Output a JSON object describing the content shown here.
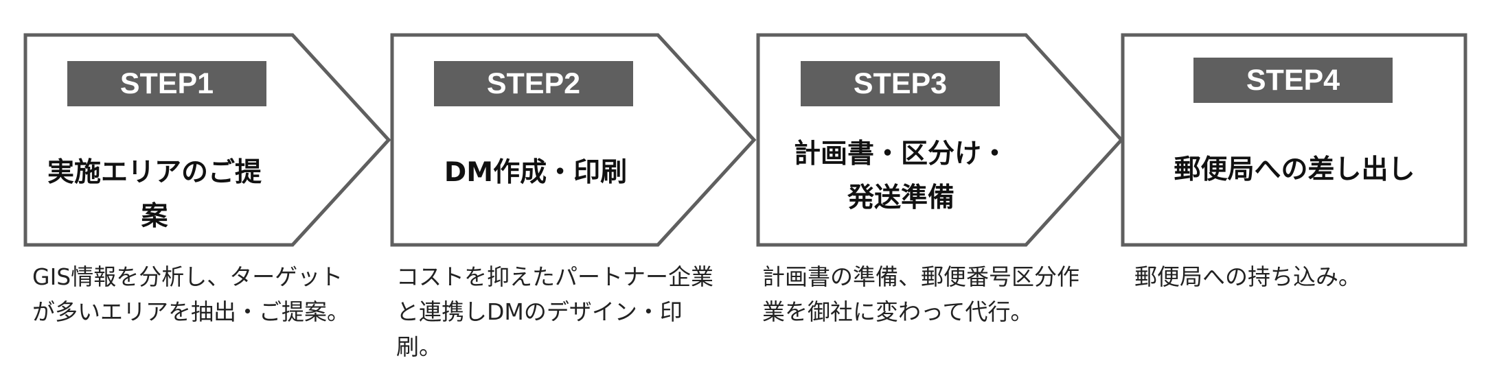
{
  "colors": {
    "badge_background": "#5f5f5f",
    "shape_border": "#5f5f5f",
    "badge_text": "#ffffff",
    "title_text": "#111111",
    "description_text": "#222222"
  },
  "steps": [
    {
      "badge": "STEP1",
      "title": "実施エリアのご提案",
      "description": "GIS情報を分析し、ターゲットが多いエリアを抽出・ご提案。"
    },
    {
      "badge": "STEP2",
      "title": "DM作成・印刷",
      "description": "コストを抑えたパートナー企業と連携しDMのデザイン・印刷。"
    },
    {
      "badge": "STEP3",
      "title": "計画書・区分け・発送準備",
      "description": "計画書の準備、郵便番号区分作業を御社に変わって代行。"
    },
    {
      "badge": "STEP4",
      "title": "郵便局への差し出し",
      "description": "郵便局への持ち込み。"
    }
  ]
}
